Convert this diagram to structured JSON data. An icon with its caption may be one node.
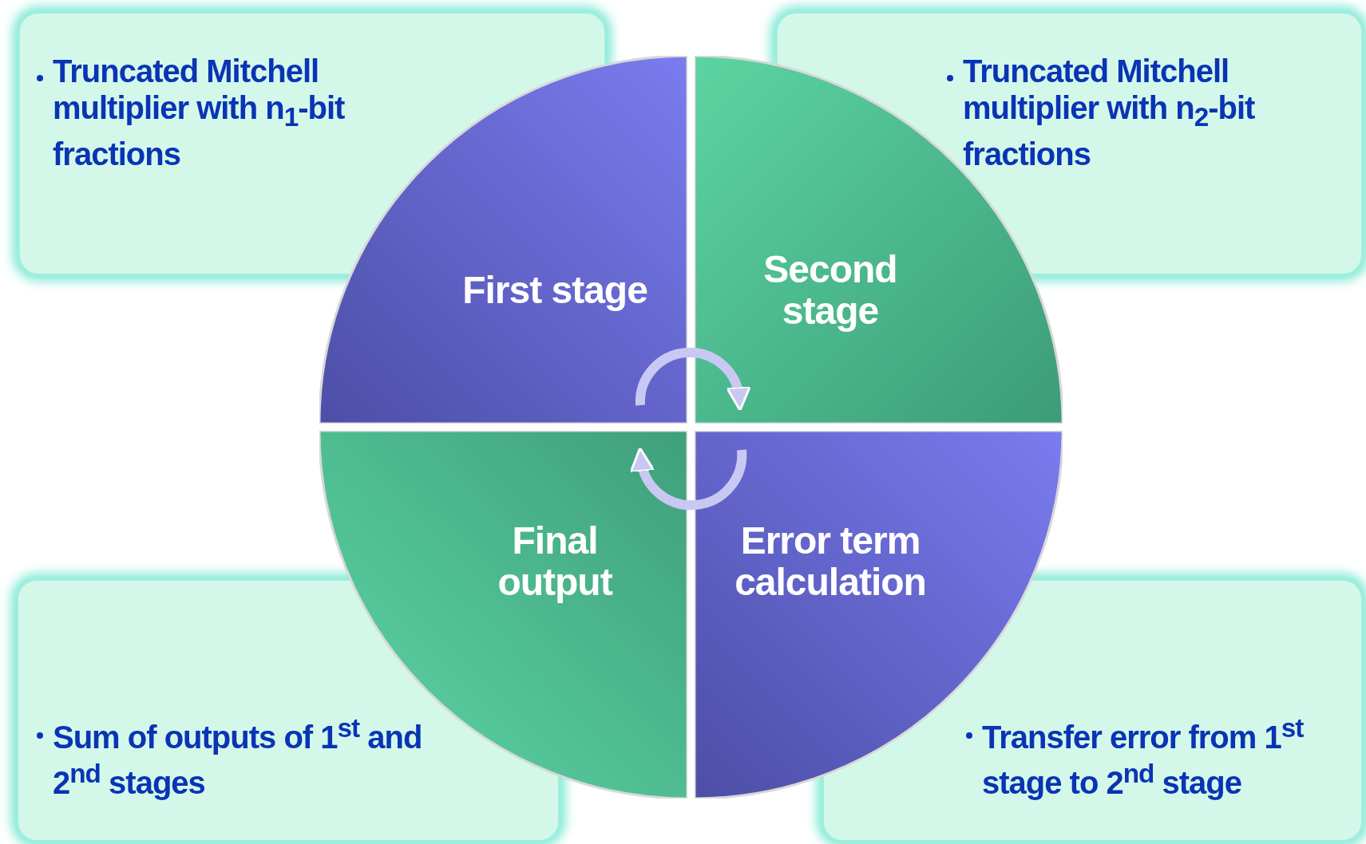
{
  "diagram": {
    "nodes": [
      {
        "text": [
          "Truncated Mitchell multiplier with n$_{1}$-bit fractions"
        ]
      },
      {
        "text": [
          "Truncated Mitchell multiplier with n$_{2}$-bit fractions"
        ]
      },
      {
        "text": [
          "First stage"
        ]
      },
      {
        "text": [
          "Second stage"
        ]
      },
      {
        "text": [
          "Final output"
        ]
      },
      {
        "text": [
          "Error term calculation"
        ]
      },
      {
        "text": [
          "Sum of outputs of 1$^{st}$ and 2$^{nd}$ stages"
        ]
      },
      {
        "text": [
          "Transfer error from 1$^{st}$ stage to 2$^{nd}$ stage"
        ]
      }
    ],
    "edges": [
      {
        "from": 2,
        "to": 3,
        "arrow": "to"
      },
      {
        "from": 5,
        "to": 4,
        "arrow": "to"
      }
    ]
  }
}
